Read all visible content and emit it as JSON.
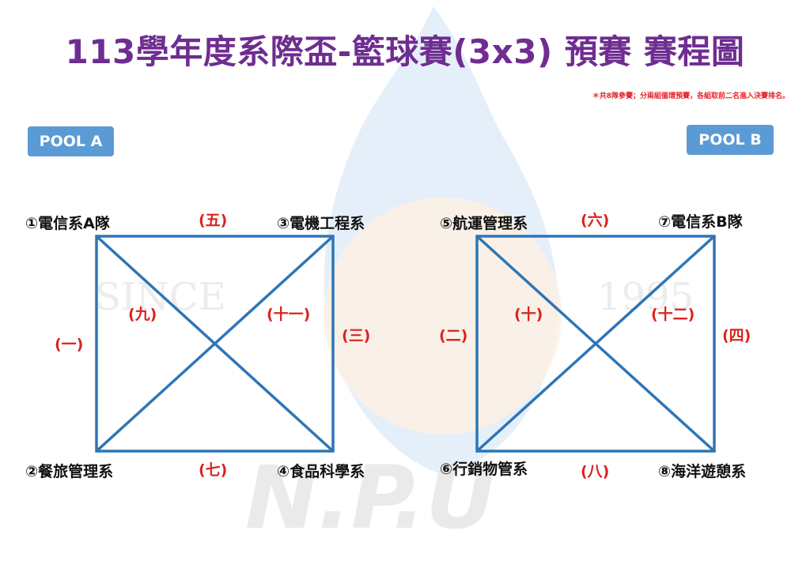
{
  "title": "113學年度系際盃-籃球賽(3x3) 預賽 賽程圖",
  "note": "＊共8隊參賽；分兩組循環預賽，各組取前二名進入決賽排名。",
  "watermark": {
    "left_text": "SINCE",
    "right_text": "1995",
    "bottom_text": "N.P.U"
  },
  "pools": [
    {
      "label": "POOL A",
      "teams": [
        "①電信系A隊",
        "②餐旅管理系",
        "③電機工程系",
        "④食品科學系"
      ],
      "games": {
        "top": "(五)",
        "left": "(一)",
        "right": "(三)",
        "bottom": "(七)",
        "diag_a": "(九)",
        "diag_b": "(十一)"
      }
    },
    {
      "label": "POOL B",
      "teams": [
        "⑤航運管理系",
        "⑥行銷物管系",
        "⑦電信系B隊",
        "⑧海洋遊憩系"
      ],
      "games": {
        "top": "(六)",
        "left": "(二)",
        "right": "(四)",
        "bottom": "(八)",
        "diag_a": "(十)",
        "diag_b": "(十二)"
      }
    }
  ],
  "colors": {
    "title": "#6f2d91",
    "line": "#2e75b6",
    "game_label": "#d9231f",
    "pool_badge": "#5b9bd5"
  }
}
